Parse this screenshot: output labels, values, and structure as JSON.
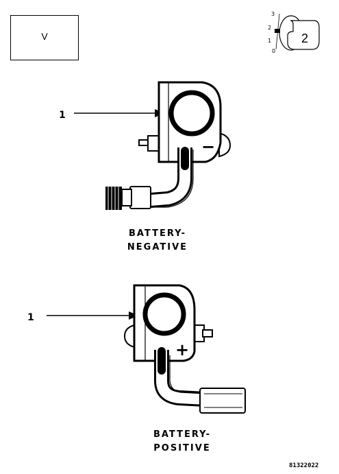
{
  "view_box": {
    "label": "V"
  },
  "key_icon": {
    "positions": [
      "3",
      "2",
      "1",
      "0"
    ],
    "number": "2"
  },
  "negative": {
    "callout": "1",
    "label_line1": "BATTERY-",
    "label_line2": "NEGATIVE",
    "sign": "−"
  },
  "positive": {
    "callout": "1",
    "label_line1": "BATTERY-",
    "label_line2": "POSITIVE",
    "sign": "+"
  },
  "figure_code": "81322022"
}
